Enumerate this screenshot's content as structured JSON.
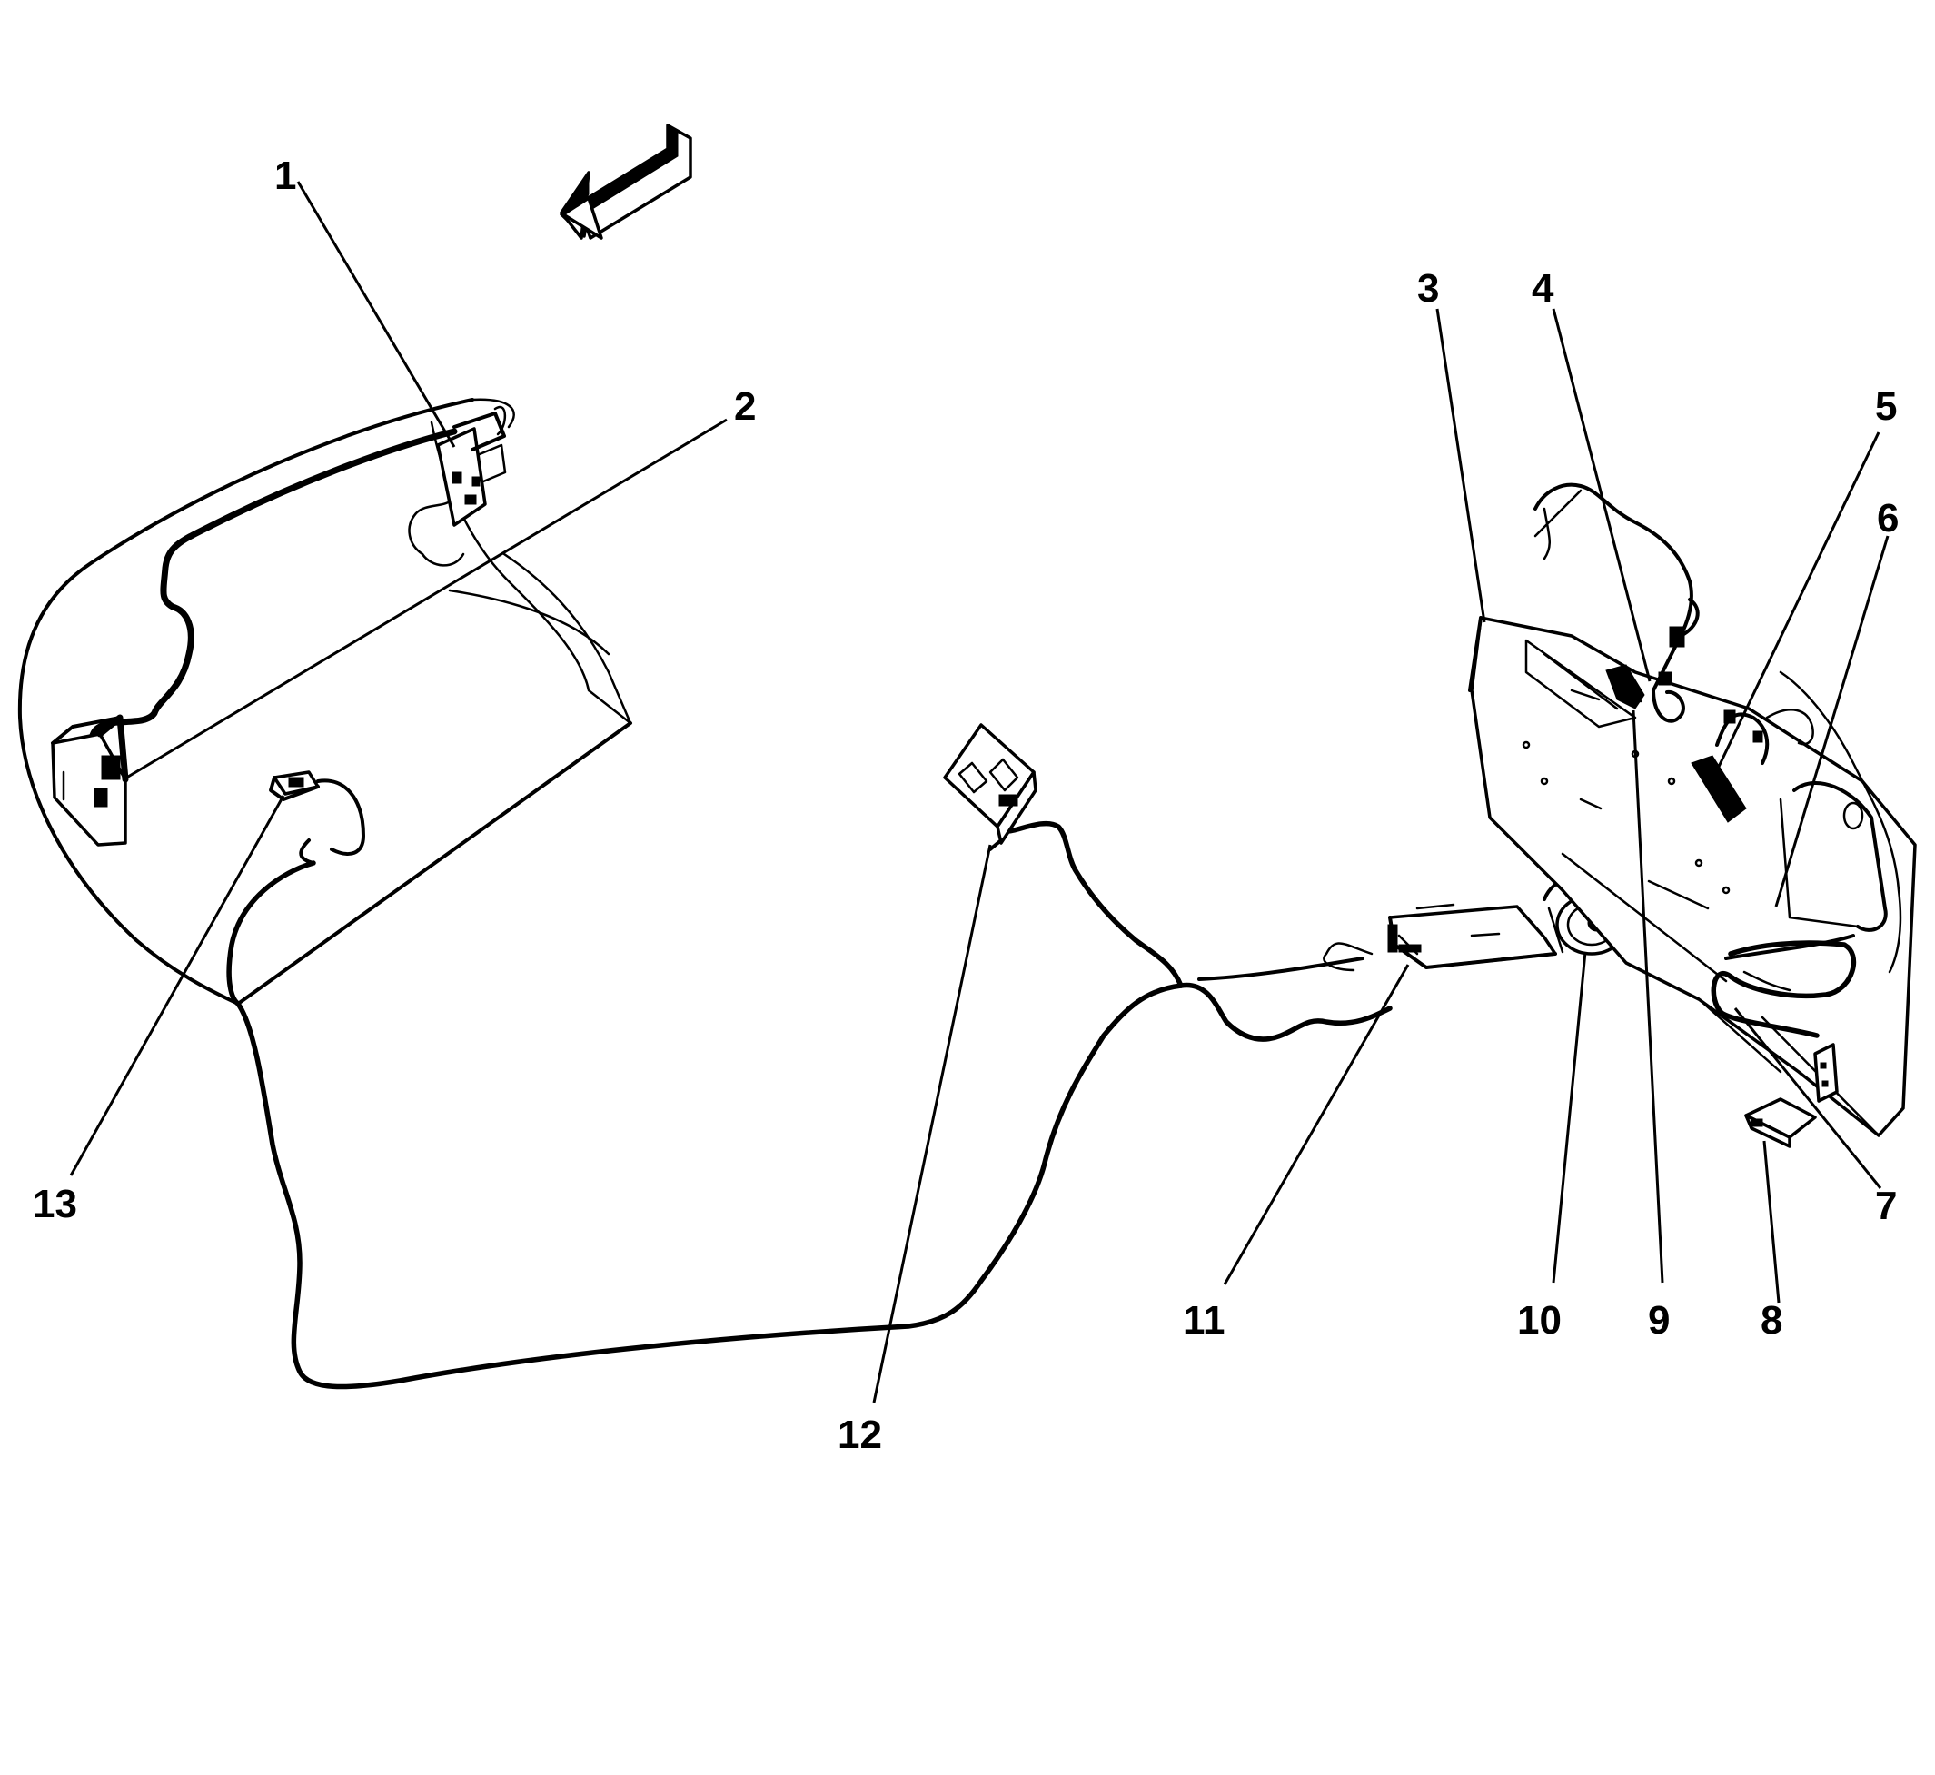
{
  "callouts": [
    {
      "label": "1"
    },
    {
      "label": "2"
    },
    {
      "label": "3"
    },
    {
      "label": "4"
    },
    {
      "label": "5"
    },
    {
      "label": "6"
    },
    {
      "label": "7"
    },
    {
      "label": "8"
    },
    {
      "label": "9"
    },
    {
      "label": "10"
    },
    {
      "label": "11"
    },
    {
      "label": "12"
    },
    {
      "label": "13"
    }
  ],
  "icons": {
    "direction_arrow": "front-direction-arrow-icon"
  },
  "colors": {
    "ink": "#000000",
    "background": "#ffffff"
  }
}
